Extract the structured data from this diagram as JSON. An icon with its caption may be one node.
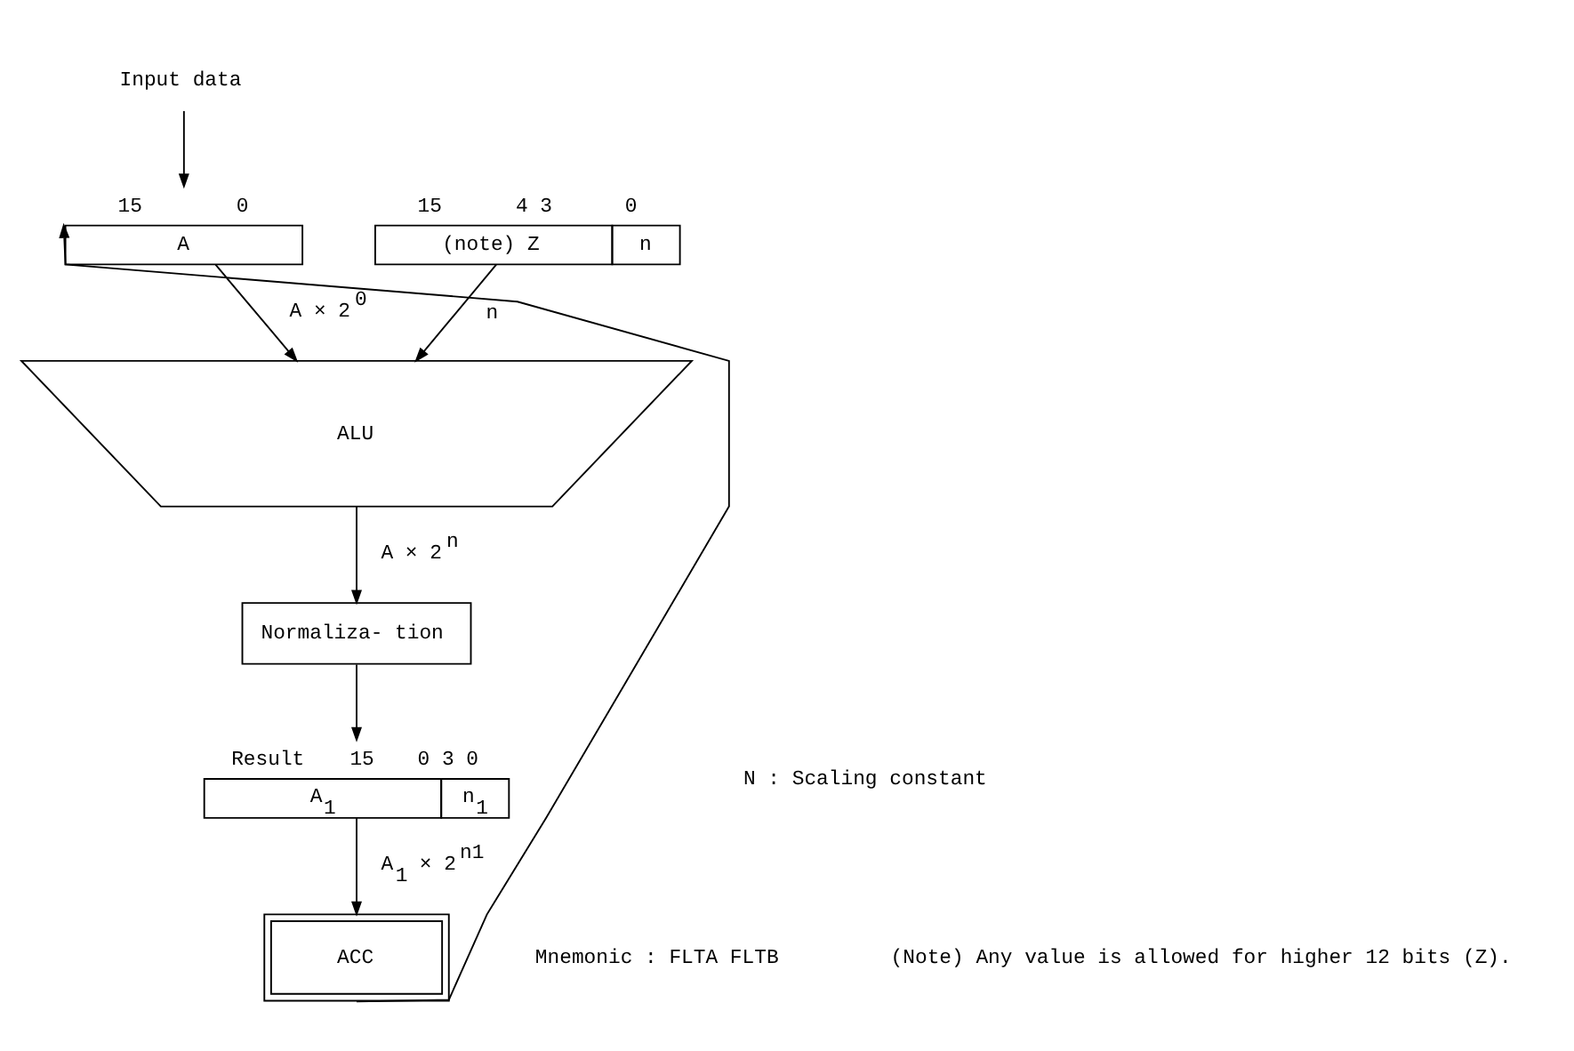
{
  "diagram": {
    "nodes": [
      {
        "text": [
          "A"
        ],
        "beside": [
          "15",
          "0"
        ]
      },
      {
        "text": [
          "(note) Z",
          "n"
        ],
        "beside": [
          "15",
          "4 3",
          "0"
        ]
      },
      {
        "text": [
          "ALU"
        ]
      },
      {
        "text": [
          "Normaliza- tion"
        ]
      },
      {
        "text": [
          "A$_{1}$",
          "n$_{1}$"
        ],
        "beside": [
          "Result",
          "15",
          "0 3 0"
        ]
      },
      {
        "text": [
          "ACC"
        ]
      },
      {
        "text": [
          "Input data"
        ]
      }
    ],
    "edges": [
      {
        "from": 6,
        "to": 0,
        "arrow": "to"
      },
      {
        "from": 0,
        "to": 2,
        "arrow": "to",
        "label": "A × 2$^{0}$"
      },
      {
        "from": 1,
        "to": 2,
        "arrow": "to",
        "label": "n"
      },
      {
        "from": 2,
        "to": 3,
        "arrow": "to",
        "label": "A × 2$^{n}$"
      },
      {
        "from": 3,
        "to": 4,
        "arrow": "to"
      },
      {
        "from": 4,
        "to": 5,
        "arrow": "to",
        "label": "A$_{1}$ × 2$^{n1}$"
      },
      {
        "from": 5,
        "to": 0,
        "arrow": "to"
      }
    ],
    "labels": [
      "N : Scaling constant",
      "Mnemonic : FLTA FLTB",
      "(Note) Any value is allowed for higher 12 bits (Z)."
    ]
  }
}
